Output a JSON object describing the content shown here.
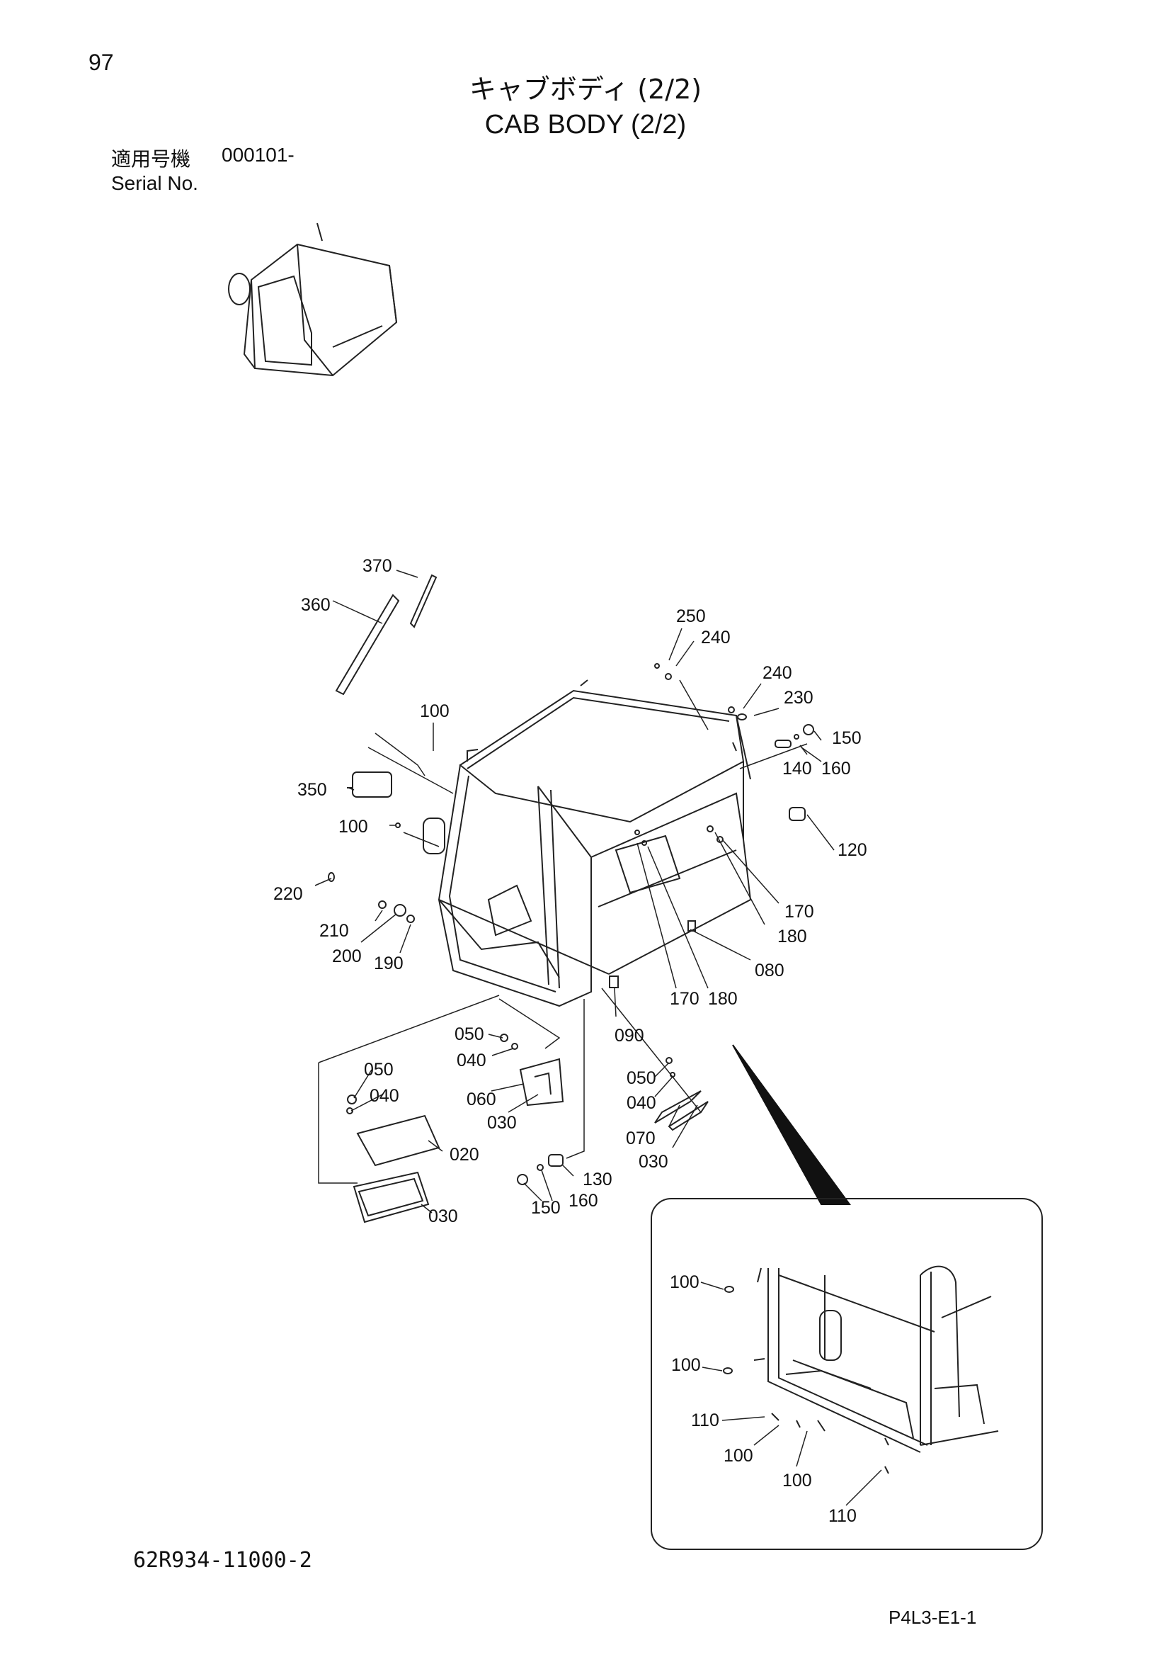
{
  "page_number": "97",
  "title_jp": "キャブボディ (2/2)",
  "title_en": "CAB BODY (2/2)",
  "serial_label_jp": "適用号機",
  "serial_value": "000101-",
  "serial_label_en": "Serial No.",
  "document_code": "62R934-11000-2",
  "page_code": "P4L3-E1-1",
  "part_labels": [
    "370",
    "360",
    "250",
    "240",
    "240",
    "230",
    "150",
    "140",
    "160",
    "100",
    "350",
    "100",
    "120",
    "220",
    "210",
    "200",
    "190",
    "170",
    "180",
    "080",
    "170",
    "180",
    "090",
    "050",
    "040",
    "060",
    "030",
    "050",
    "040",
    "020",
    "030",
    "050",
    "040",
    "070",
    "030",
    "130",
    "160",
    "150"
  ],
  "detail_labels": [
    "100",
    "100",
    "110",
    "100",
    "100",
    "110"
  ]
}
